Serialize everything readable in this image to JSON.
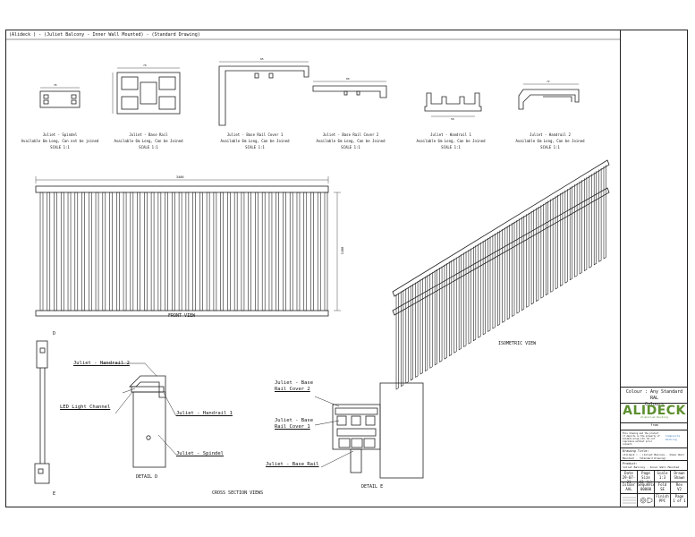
{
  "drawing_title": "(Alideck ) - (Juliet Balcony - Inner Wall Mounted) - (Standard Drawing)",
  "profiles": [
    {
      "name": "Juliet - Spindel",
      "availability": "Available 6m Long, Can not be joined",
      "scale": "SCALE 1:1",
      "dims": [
        "35",
        "19"
      ]
    },
    {
      "name": "Juliet - Base Rail",
      "availability": "Available 6m Long, Can be Joined",
      "scale": "SCALE 1:1",
      "dims": [
        "70",
        "50"
      ]
    },
    {
      "name": "Juliet - Base Rail Cover 1",
      "availability": "Available 6m Long, Can be Joined",
      "scale": "SCALE 1:1",
      "dims": [
        "85",
        "100"
      ]
    },
    {
      "name": "Juliet - Base Rail Cover 2",
      "availability": "Available 6m Long, Can be Joined",
      "scale": "SCALE 1:1",
      "dims": [
        "80",
        "30"
      ]
    },
    {
      "name": "Juliet - Handrail 1",
      "availability": "Available 6m Long, Can be Joined",
      "scale": "SCALE 1:1",
      "dims": [
        "50",
        "35"
      ]
    },
    {
      "name": "Juliet - Handrail 2",
      "availability": "Available 6m Long, Can be Joined",
      "scale": "SCALE 1:1",
      "dims": [
        "72",
        "30"
      ]
    }
  ],
  "front_view": {
    "label": "FRONT VIEW",
    "width_dim": "3400",
    "height_dim": "1100",
    "spindle_count": 42
  },
  "isometric_view": {
    "label": "ISOMETRIC VIEW",
    "spindle_count": 44
  },
  "detail_d": {
    "label": "DETAIL D",
    "marker_top": "D",
    "marker_bottom": "E",
    "callouts": {
      "handrail2": "Juliet - Handrail 2",
      "led": "LED Light Channel",
      "handrail1": "Juliet - Handrail 1",
      "spindel": "Juliet - Spindel"
    }
  },
  "detail_e": {
    "label": "DETAIL E",
    "callouts": {
      "cover2_l1": "Juliet - Base",
      "cover2_l2": "Rail Cover 2",
      "cover1_l1": "Juliet - Base",
      "cover1_l2": "Rail Cover 1",
      "baserail": "Juliet - Base Rail"
    }
  },
  "cross_section_label": "CROSS SECTION VIEWS",
  "title_block": {
    "colour_l1": "Colour : Any Standard RAL",
    "colour_l2": "Colours",
    "logo_text": "ALIDECK",
    "logo_sub": "Aluminium Decking",
    "from": "from",
    "partner": "Composite Decking",
    "notice": "This drawing and the product it depicts is the property of Alideck Group Ltd. Do not reproduce without prior consent.",
    "drawing_title_label": "Drawing Title:",
    "drawing_title_value": "(Alideck ) - (Juliet Balcony - Inner Wall Mounted) - (Standard Drawing)",
    "product_label": "Product:",
    "product_value": "Juliet Balcony - Inner Wall Mounted",
    "row1": [
      {
        "h": "Date",
        "v": "29-07-21"
      },
      {
        "h": "Page Size",
        "v": "A2 (L)"
      },
      {
        "h": "Scale",
        "v": "1:3"
      },
      {
        "h": "Drawn",
        "v": "Shawn"
      }
    ],
    "row2": [
      {
        "h": "Issuer",
        "v": "AAL"
      },
      {
        "h": "Sequence",
        "v": "00000"
      },
      {
        "h": "Fold",
        "v": "SE"
      },
      {
        "h": "Rev",
        "v": "V2"
      }
    ],
    "row3": [
      {
        "h": "Finish",
        "v": "PPC"
      },
      {
        "h": "Page",
        "v": "1 of 1"
      }
    ]
  },
  "colors": {
    "line": "#222222",
    "brand_green": "#5c8f2e",
    "partner_blue": "#3a7fc1"
  }
}
